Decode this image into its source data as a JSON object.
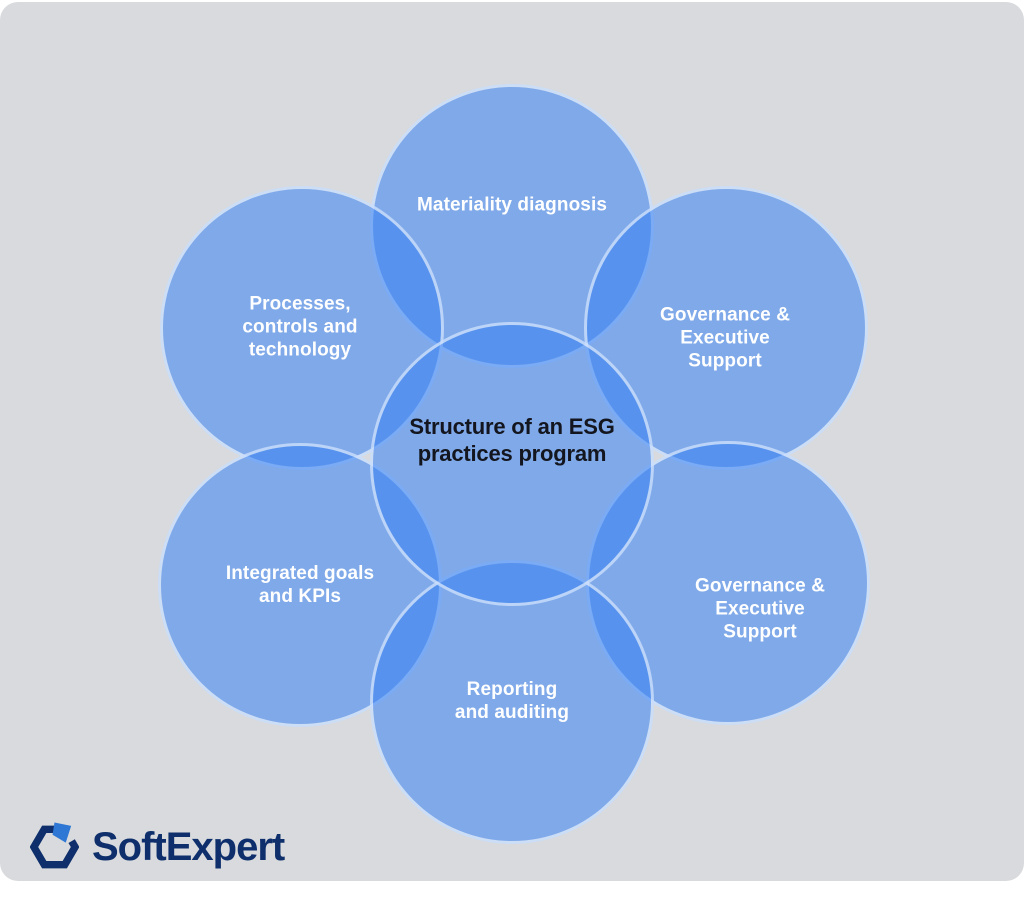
{
  "theme": {
    "page": "#ffffff",
    "canvas": "#d8dadd",
    "circle-fill": "rgba(55,130,242,0.55)",
    "circle-stroke": "rgba(255,255,255,0.6)",
    "label-color": "#ffffff",
    "title-color": "#14161f",
    "logo-navy": "#0e2f6b",
    "logo-accent": "#2f77d4"
  },
  "diagram": {
    "center": {
      "label": "Structure of an ESG\npractices program"
    },
    "nodes": [
      {
        "id": "top",
        "label": "Materiality diagnosis"
      },
      {
        "id": "top-left",
        "label": "Processes,\ncontrols and\ntechnology"
      },
      {
        "id": "top-right",
        "label": "Governance &\nExecutive\nSupport"
      },
      {
        "id": "bottom-left",
        "label": "Integrated goals\nand KPIs"
      },
      {
        "id": "bottom-right",
        "label": "Governance &\nExecutive\nSupport"
      },
      {
        "id": "bottom",
        "label": "Reporting\nand auditing"
      }
    ]
  },
  "footer": {
    "brand": "SoftExpert"
  }
}
